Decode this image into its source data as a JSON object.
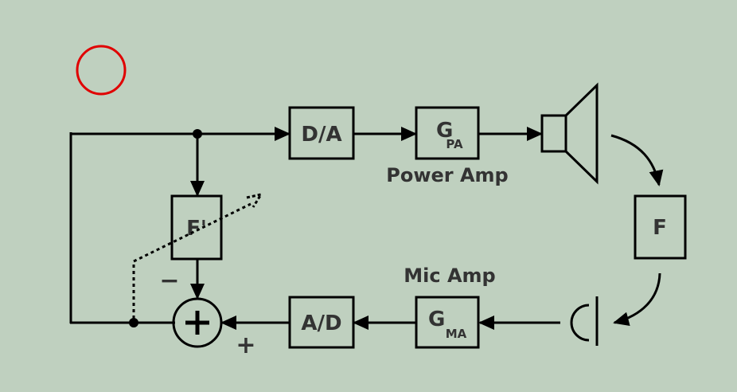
{
  "colors": {
    "background": "#bfd0bf",
    "stroke": "#000000",
    "text": "#333333",
    "marker": "#e00000"
  },
  "blocks": {
    "da": "D/A",
    "gpa_main": "G",
    "gpa_sub": "PA",
    "f": "F",
    "fprime": "F'",
    "ad": "A/D",
    "gma_main": "G",
    "gma_sub": "MA"
  },
  "captions": {
    "power_amp": "Power Amp",
    "mic_amp": "Mic Amp"
  },
  "signs": {
    "minus": "−",
    "plus": "+"
  },
  "icons": {
    "summer": "circle-plus-icon",
    "speaker": "speaker-icon",
    "microphone": "microphone-icon",
    "indicator": "red-circle-icon"
  }
}
